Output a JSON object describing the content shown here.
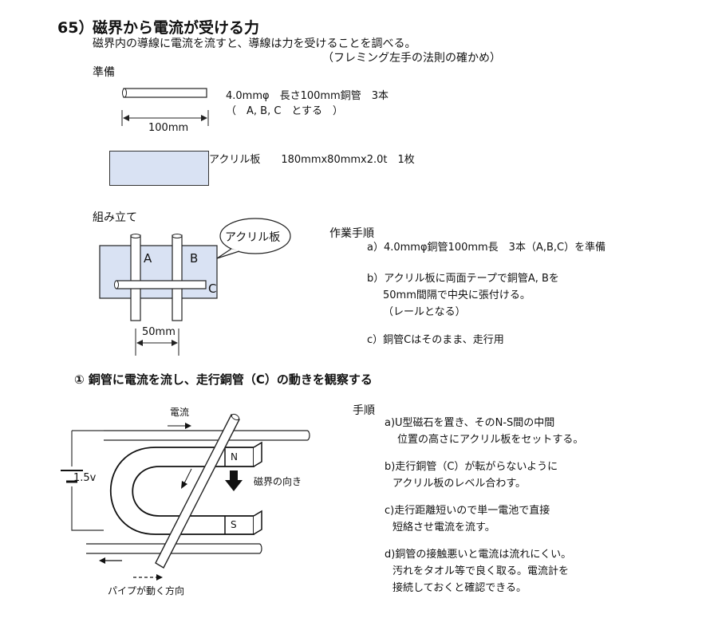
{
  "header": {
    "number": "65）",
    "title": "磁界から電流が受ける力",
    "subtitle": "磁界内の導線に電流を流すと、導線は力を受けることを調べる。",
    "note": "（フレミング左手の法則の確かめ）"
  },
  "prep": {
    "heading": "準備",
    "pipe_spec": "4.0mmφ　長さ100mm銅管　3本",
    "pipe_names": "（　A, B, C　とする　）",
    "pipe_dim": "100mm",
    "plate_spec": "アクリル板　　180mmx80mmx2.0t　1枚"
  },
  "assembly": {
    "heading": "組み立て",
    "callout": "アクリル板",
    "label_a": "A",
    "label_b": "B",
    "label_c": "C",
    "spacing": "50mm"
  },
  "procedure": {
    "heading": "作業手順",
    "steps": [
      [
        "a）4.0mmφ銅管100mm長　3本（A,B,C）を準備"
      ],
      [
        "b）アクリル板に両面テープで銅管A, Bを",
        "50mm間隔で中央に張付ける。",
        "（レールとなる）"
      ],
      [
        "c）銅管Cはそのまま、走行用"
      ]
    ]
  },
  "experiment": {
    "heading": "① 銅管に電流を流し、走行銅管（C）の動きを観察する",
    "label_current": "電流",
    "label_battery": "1.5v",
    "label_field": "磁界の向き",
    "label_n": "N",
    "label_s": "S",
    "label_motion": "パイプが動く方向"
  },
  "procedure2": {
    "heading": "手順",
    "steps": [
      [
        "a)U型磁石を置き、そのN-S間の中間",
        "位置の高さにアクリル板をセットする。"
      ],
      [
        "b)走行銅管（C）が転がらないように",
        "アクリル板のレベル合わす。"
      ],
      [
        "c)走行距離短いので単一電池で直接",
        "短絡させ電流を流す。"
      ],
      [
        "d)銅管の接触悪いと電流は流れにくい。",
        "汚れをタオル等で良く取る。電流計を",
        "接続しておくと確認できる。"
      ]
    ]
  }
}
